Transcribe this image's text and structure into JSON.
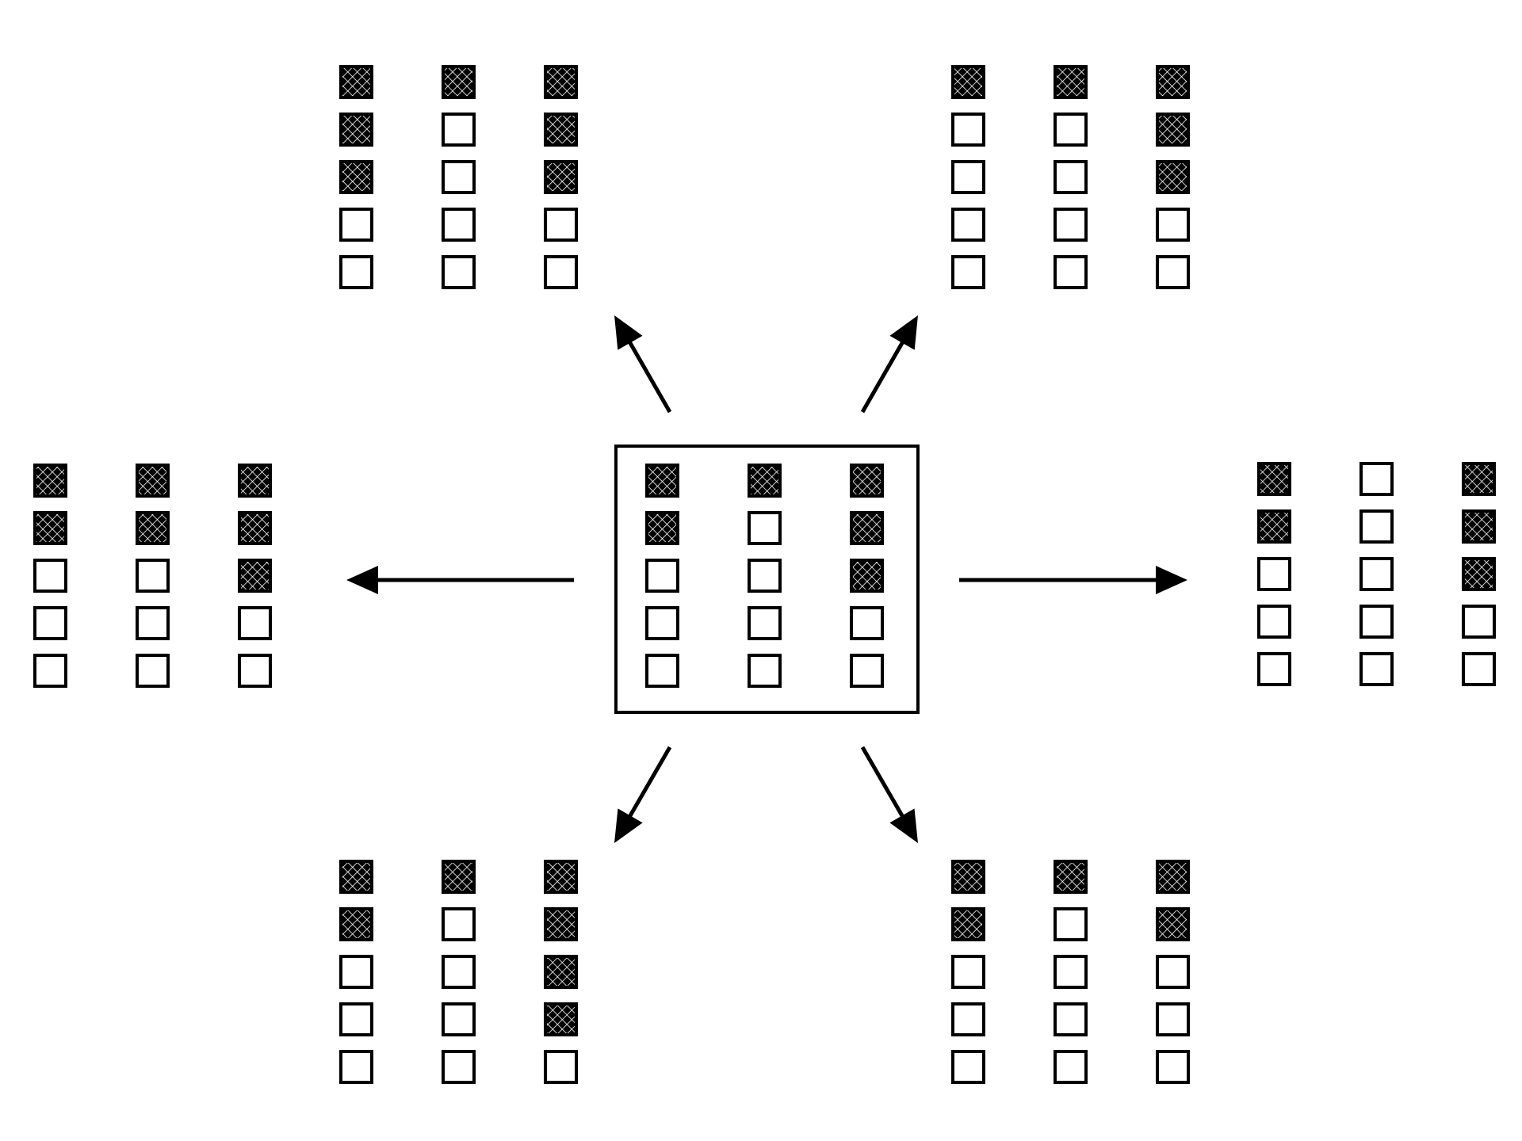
{
  "diagram": {
    "colors": {
      "stroke": "#000000",
      "background": "#ffffff",
      "hatch_fill": "#000000",
      "hatch_line": "#ffffff"
    },
    "grid": {
      "rows": 5,
      "columns": 3,
      "filled_style": "crosshatch",
      "empty_style": "outline"
    },
    "center": {
      "boxed": true,
      "columns": [
        [
          1,
          1,
          0,
          0,
          0
        ],
        [
          1,
          0,
          0,
          0,
          0
        ],
        [
          1,
          1,
          1,
          0,
          0
        ]
      ]
    },
    "neighbors": [
      {
        "name": "top-left",
        "arrow_direction": "up-left",
        "columns": [
          [
            1,
            1,
            1,
            0,
            0
          ],
          [
            1,
            0,
            0,
            0,
            0
          ],
          [
            1,
            1,
            1,
            0,
            0
          ]
        ]
      },
      {
        "name": "top-right",
        "arrow_direction": "up-right",
        "columns": [
          [
            1,
            0,
            0,
            0,
            0
          ],
          [
            1,
            0,
            0,
            0,
            0
          ],
          [
            1,
            1,
            1,
            0,
            0
          ]
        ]
      },
      {
        "name": "left",
        "arrow_direction": "left",
        "columns": [
          [
            1,
            1,
            0,
            0,
            0
          ],
          [
            1,
            1,
            0,
            0,
            0
          ],
          [
            1,
            1,
            1,
            0,
            0
          ]
        ]
      },
      {
        "name": "right",
        "arrow_direction": "right",
        "columns": [
          [
            1,
            1,
            0,
            0,
            0
          ],
          [
            0,
            0,
            0,
            0,
            0
          ],
          [
            1,
            1,
            1,
            0,
            0
          ]
        ]
      },
      {
        "name": "bottom-left",
        "arrow_direction": "down-left",
        "columns": [
          [
            1,
            1,
            0,
            0,
            0
          ],
          [
            1,
            0,
            0,
            0,
            0
          ],
          [
            1,
            1,
            1,
            1,
            0
          ]
        ]
      },
      {
        "name": "bottom-right",
        "arrow_direction": "down-right",
        "columns": [
          [
            1,
            1,
            0,
            0,
            0
          ],
          [
            1,
            0,
            0,
            0,
            0
          ],
          [
            1,
            1,
            0,
            0,
            0
          ]
        ]
      }
    ]
  }
}
